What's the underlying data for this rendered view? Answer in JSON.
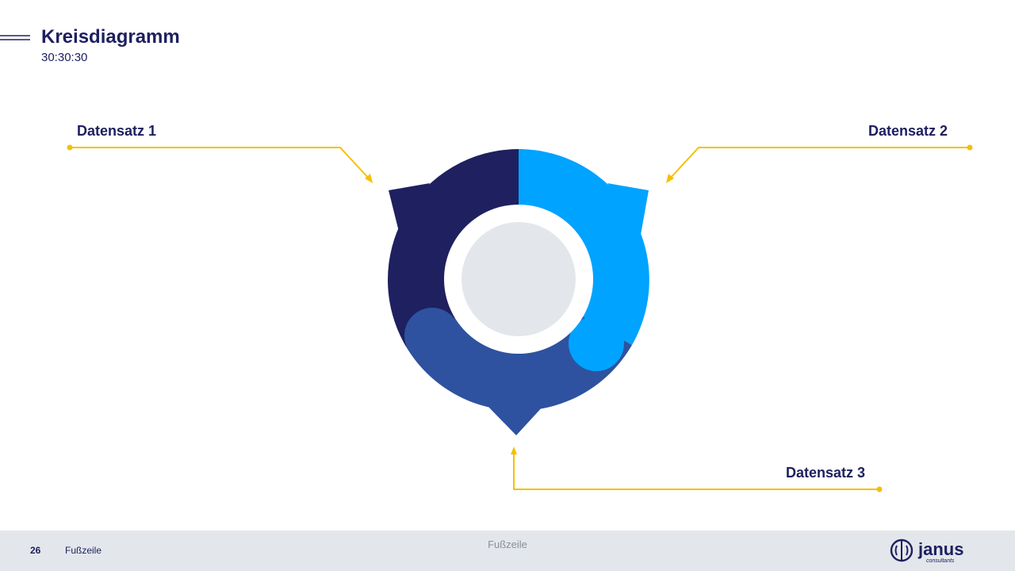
{
  "header": {
    "title": "Kreisdiagramm",
    "subtitle": "30:30:30"
  },
  "diagram": {
    "segments": [
      {
        "label": "Datensatz 1",
        "share": 30,
        "color": "#1e2060"
      },
      {
        "label": "Datensatz 2",
        "share": 30,
        "color": "#00a3ff"
      },
      {
        "label": "Datensatz 3",
        "share": 30,
        "color": "#2e529f"
      }
    ],
    "center_color": "#e3e7eb",
    "connector_color": "#f5c000"
  },
  "footer": {
    "page_number": "26",
    "left_text": "Fußzeile",
    "center_text": "Fußzeile",
    "logo_text": "janus",
    "logo_subtext": "consultants"
  }
}
